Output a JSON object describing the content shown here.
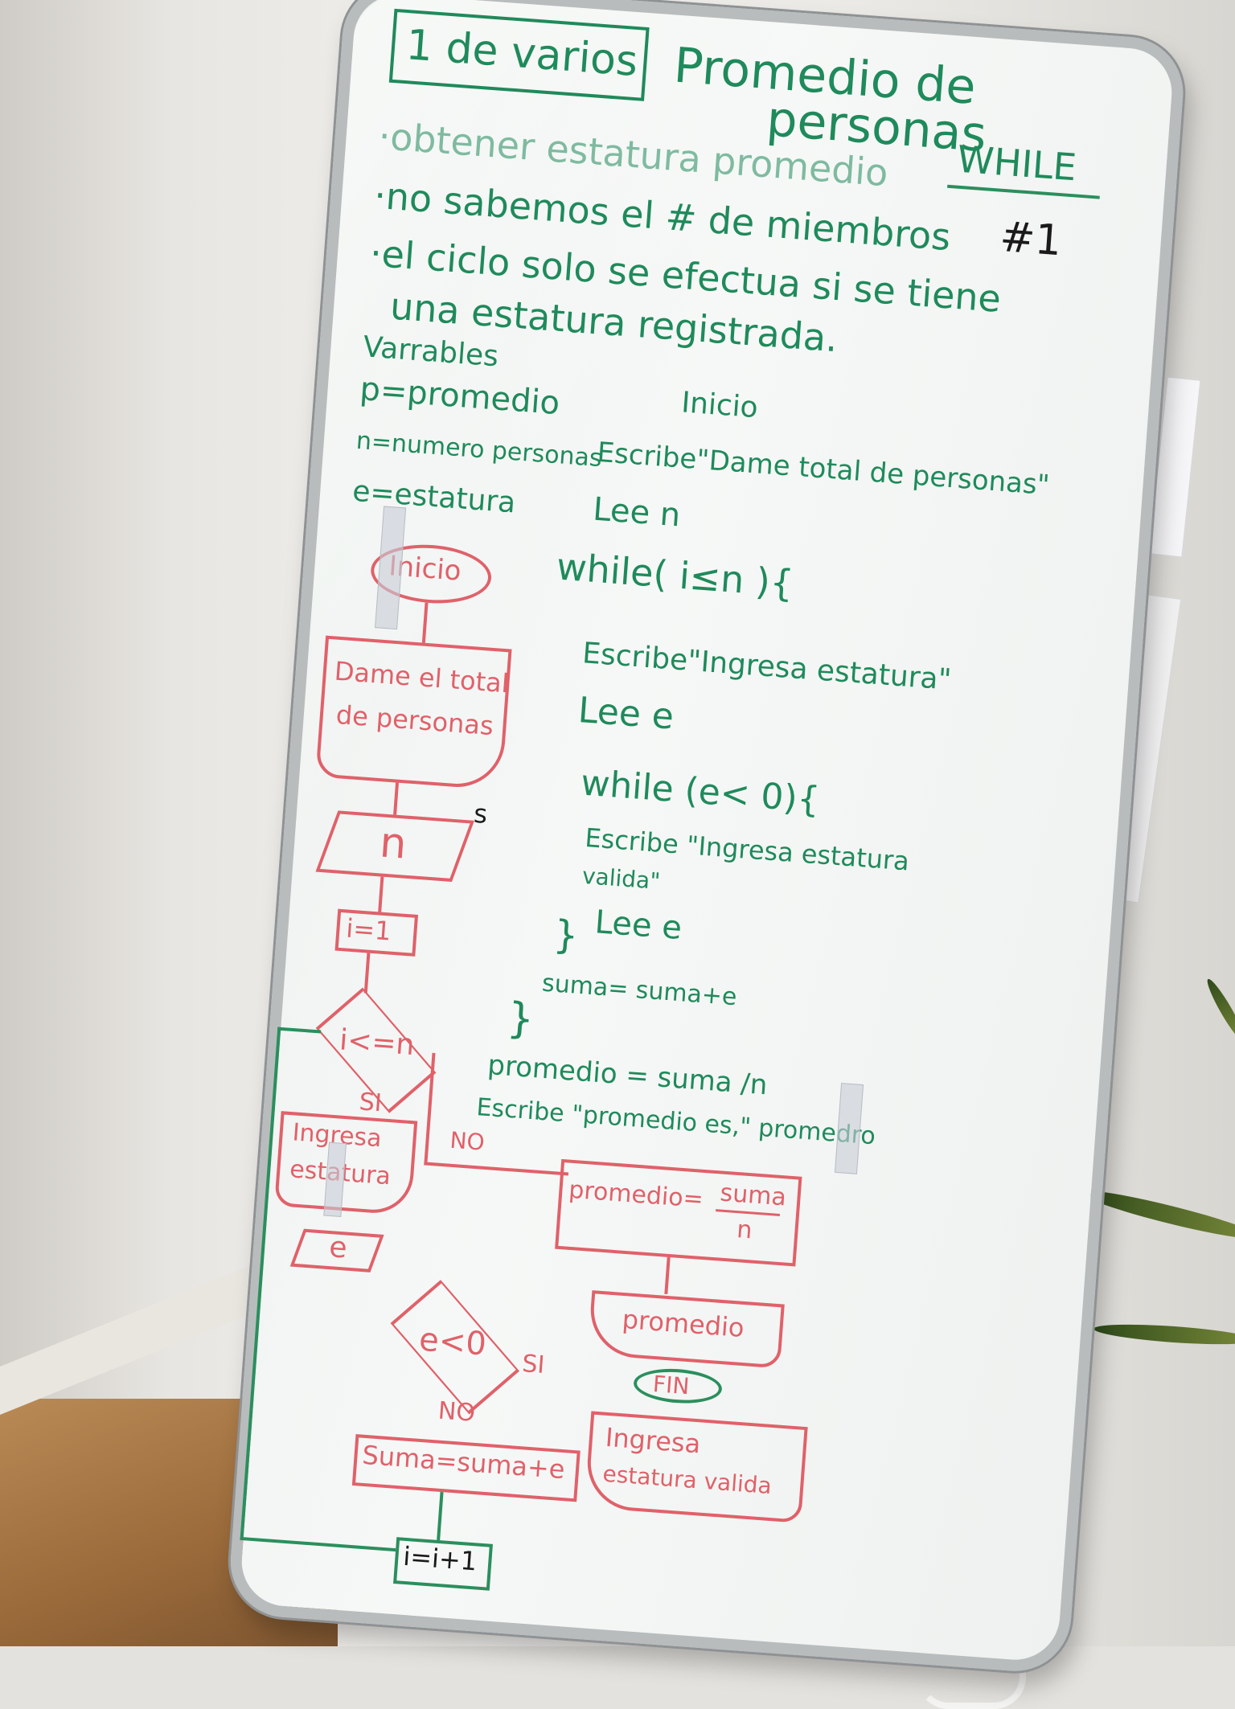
{
  "header": {
    "box_label": "1 de varios",
    "title_line1": "Promedio de",
    "title_line2": "personas",
    "loop_type": "WHILE",
    "exercise_number": "#1"
  },
  "notes": [
    "·obtener estatura promedio",
    "·no sabemos el # de miembros",
    "·el ciclo solo se efectua si se tiene",
    "una estatura registrada."
  ],
  "variables": {
    "heading": "Varrables",
    "items": [
      "p=promedio",
      "n=numero personas",
      "e=estatura"
    ]
  },
  "pseudocode": {
    "lines": [
      "Inicio",
      "Escribe\"Dame total de personas\"",
      "Lee    n",
      "while( i≤n ){",
      "Escribe\"Ingresa estatura\"",
      "Lee    e",
      "while (e< 0){",
      "Escribe \"Ingresa estatura",
      "valida\"",
      "Lee   e",
      "}",
      "suma= suma+e",
      "}",
      "promedio = suma /n",
      "Escribe  \"promedio es,\" promedro"
    ]
  },
  "flowchart": {
    "start": "Inicio",
    "prompt_total_line1": "Dame el total",
    "prompt_total_line2": "de personas",
    "read_n": "n",
    "read_n_tag": "s",
    "init_i": "i=1",
    "decision_loop": "i<=n",
    "yes_1": "SI",
    "no_1": "NO",
    "prompt_height_line1": "Ingresa",
    "prompt_height_line2": "estatura",
    "read_e": "e",
    "decision_valid": "e<0",
    "yes_2": "SI",
    "no_2": "NO",
    "sum": "Suma=suma+e",
    "increment": "i=i+1",
    "average_label": "promedio=",
    "average_num": "suma",
    "average_den": "n",
    "output_avg": "promedio",
    "end": "FIN",
    "invalid_line1": "Ingresa",
    "invalid_line2": "estatura valida"
  },
  "colors": {
    "green_marker": "#1f8a5b",
    "red_marker": "#e0616a",
    "board": "#f3f6f4",
    "frame": "#b9bcbd"
  }
}
